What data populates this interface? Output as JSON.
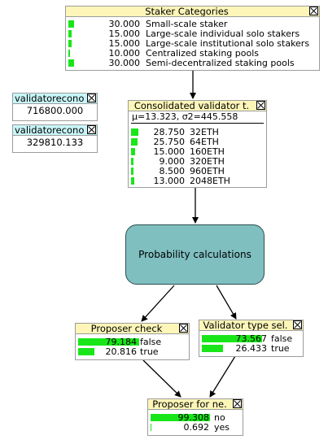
{
  "nodes": {
    "staker_categories": {
      "title": "Staker Categories",
      "rows": [
        {
          "value": "30.000",
          "label": "Small-scale staker",
          "pct": 30.0
        },
        {
          "value": "15.000",
          "label": "Large-scale individual solo stakers",
          "pct": 15.0
        },
        {
          "value": "15.000",
          "label": "Large-scale institutional solo stakers",
          "pct": 15.0
        },
        {
          "value": "10.000",
          "label": "Centralized staking pools",
          "pct": 10.0
        },
        {
          "value": "30.000",
          "label": "Semi-decentralized staking pools",
          "pct": 30.0
        }
      ]
    },
    "validator_econ_1": {
      "title": "validatorecono",
      "value": "716800.000"
    },
    "validator_econ_2": {
      "title": "validatorecono",
      "value": "329810.133"
    },
    "consolidated": {
      "title": "Consolidated  validator t.",
      "stats": "μ=13.323, σ2=445.558",
      "rows": [
        {
          "value": "28.750",
          "label": "32ETH",
          "pct": 28.75
        },
        {
          "value": "25.750",
          "label": "64ETH",
          "pct": 25.75
        },
        {
          "value": "15.000",
          "label": "160ETH",
          "pct": 15.0
        },
        {
          "value": "9.000",
          "label": "320ETH",
          "pct": 9.0
        },
        {
          "value": "8.500",
          "label": "960ETH",
          "pct": 8.5
        },
        {
          "value": "13.000",
          "label": "2048ETH",
          "pct": 13.0
        }
      ]
    },
    "probability": {
      "label": "Probability calculations"
    },
    "proposer_check": {
      "title": "Proposer  check",
      "rows": [
        {
          "value": "79.184",
          "label": "false",
          "pct": 79.184
        },
        {
          "value": "20.816",
          "label": "true",
          "pct": 20.816
        }
      ]
    },
    "validator_type": {
      "title": "Validator type sel.",
      "rows": [
        {
          "value": "73.567",
          "label": "false",
          "pct": 73.567
        },
        {
          "value": "26.433",
          "label": "true",
          "pct": 26.433
        }
      ]
    },
    "proposer_for": {
      "title": "Proposer for  ne.",
      "rows": [
        {
          "value": "99.308",
          "label": "no",
          "pct": 99.308
        },
        {
          "value": "0.692",
          "label": "yes",
          "pct": 0.692
        }
      ]
    }
  },
  "colors": {
    "bar": "#19e619",
    "header": "#fdf6b8",
    "header_input": "#c8f6f8",
    "process": "#7fbfc0"
  }
}
